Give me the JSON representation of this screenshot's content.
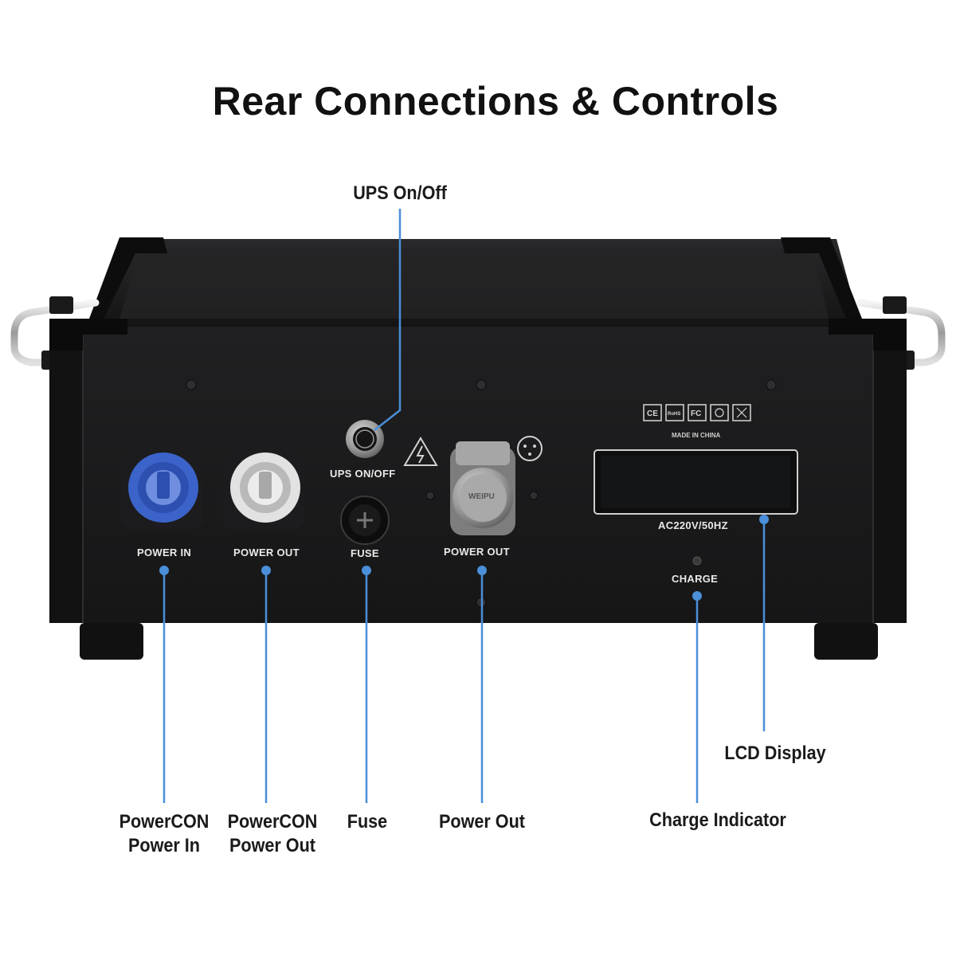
{
  "title": "Rear Connections & Controls",
  "callouts": {
    "ups_on_off": "UPS On/Off",
    "powercon_in_line1": "PowerCON",
    "powercon_in_line2": "Power In",
    "powercon_out_line1": "PowerCON",
    "powercon_out_line2": "Power Out",
    "fuse": "Fuse",
    "power_out": "Power Out",
    "charge_indicator": "Charge Indicator",
    "lcd_display": "LCD Display"
  },
  "panel_labels": {
    "power_in": "POWER IN",
    "power_out_left": "POWER OUT",
    "ups_on_off": "UPS ON/OFF",
    "fuse": "FUSE",
    "power_out_center": "POWER OUT",
    "voltage": "AC220V/50HZ",
    "charge": "CHARGE",
    "made_in": "MADE IN CHINA",
    "connector_brand": "WEIPU"
  },
  "colors": {
    "callout_line": "#4a8fd8",
    "chassis": "#1b1b1c",
    "powercon_in": "#3b63c9",
    "powercon_out": "#d9d9d9"
  },
  "icons": [
    "ce-mark-icon",
    "rohs-mark-icon",
    "fc-mark-icon",
    "recycle-mark-icon",
    "weee-bin-icon",
    "electric-hazard-icon",
    "pin-diagram-icon"
  ]
}
